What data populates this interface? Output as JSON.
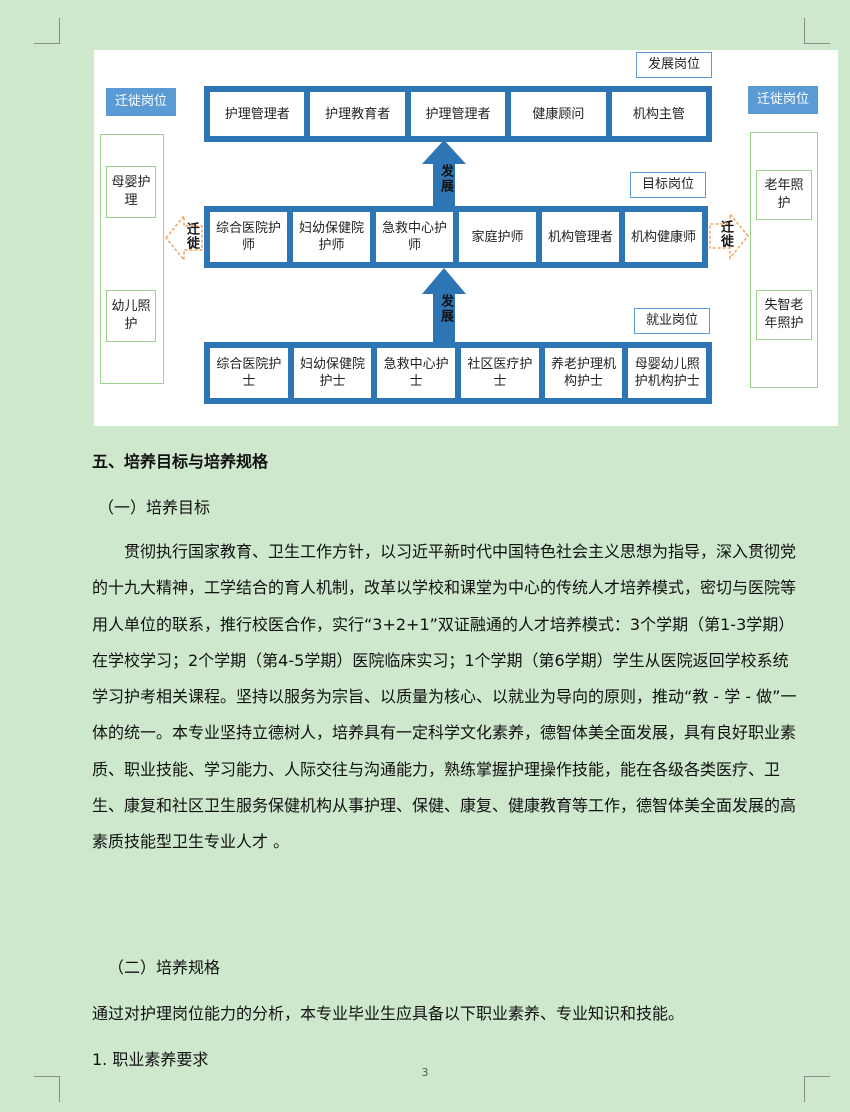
{
  "figure": {
    "labels": {
      "development": "发展岗位",
      "target": "目标岗位",
      "employment": "就业岗位",
      "migrate_left": "迁徙岗位",
      "migrate_right": "迁徙岗位"
    },
    "top_row": [
      "护理管理者",
      "护理教育者",
      "护理管理者",
      "健康顾问",
      "机构主管"
    ],
    "middle_row": [
      "综合医院护师",
      "妇幼保健院护师",
      "急救中心护师",
      "家庭护师",
      "机构管理者",
      "机构健康师"
    ],
    "bottom_row": [
      "综合医院护士",
      "妇幼保健院护士",
      "急救中心护士",
      "社区医疗护士",
      "养老护理机构护士",
      "母婴幼儿照护机构护士"
    ],
    "left_items": [
      "母婴护理",
      "幼儿照护"
    ],
    "right_items": [
      "老年照护",
      "失智老年照护"
    ],
    "arrow_up_label": "发展",
    "arrow_side_label": "迁徙",
    "colors": {
      "bar": "#2e75b6",
      "tag": "#5b9bd5",
      "side_border": "#9bd08f"
    }
  },
  "document": {
    "section_title": "五、培养目标与培养规格",
    "sub1": "（一）培养目标",
    "para1": "贯彻执行国家教育、卫生工作方针，以习近平新时代中国特色社会主义思想为指导，深入贯彻党的十九大精神，工学结合的育人机制，改革以学校和课堂为中心的传统人才培养模式，密切与医院等用人单位的联系，推行校医合作，实行“3+2+1”双证融通的人才培养模式：3个学期（第1-3学期）在学校学习；2个学期（第4-5学期）医院临床实习；1个学期（第6学期）学生从医院返回学校系统学习护考相关课程。坚持以服务为宗旨、以质量为核心、以就业为导向的原则，推动“教 - 学 - 做”一体的统一。本专业坚持立德树人，培养具有一定科学文化素养，德智体美全面发展，具有良好职业素质、职业技能、学习能力、人际交往与沟通能力，熟练掌握护理操作技能，能在各级各类医疗、卫生、康复和社区卫生服务保健机构从事护理、保健、康复、健康教育等工作，德智体美全面发展的高素质技能型卫生专业人才 。",
    "sub2": "（二）培养规格",
    "para2": "通过对护理岗位能力的分析，本专业毕业生应具备以下职业素养、专业知识和技能。",
    "item1": "1. 职业素养要求",
    "page_number": "3"
  }
}
